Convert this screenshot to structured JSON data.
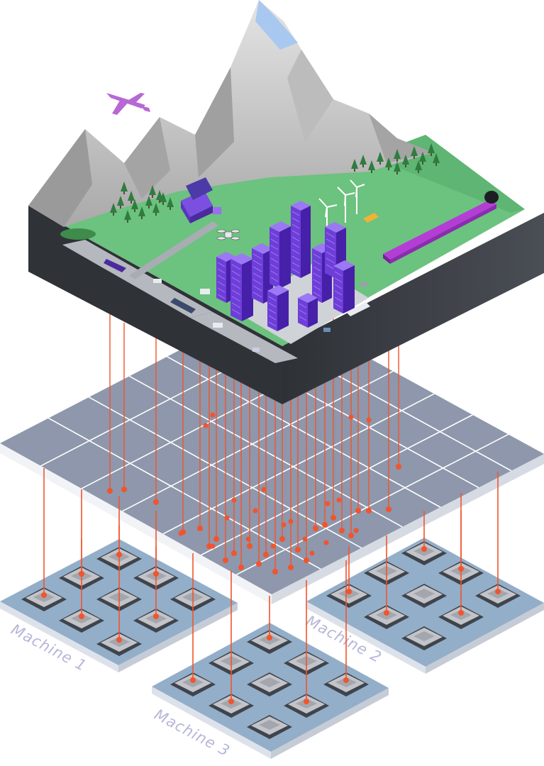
{
  "machines": [
    {
      "label": "Machine 1"
    },
    {
      "label": "Machine 2"
    },
    {
      "label": "Machine 3"
    }
  ],
  "colors": {
    "sky_bg": "#ffffff",
    "grid_top": "#8e97ab",
    "grid_edge": "#c8cdd6",
    "board_top": "#93aec8",
    "board_edge": "#d5dbe5",
    "chip": "#c2c4c9",
    "chip_dark": "#3b3f46",
    "connector": "#f2542d",
    "grass": "#6cc27f",
    "mountain": "#bdbdbd",
    "mountain_shadow": "#8f8f8f",
    "terrain_side": "#3a3d42",
    "road": "#b5b9bf",
    "city_purple": "#6e3ed9",
    "train": "#b43dd6",
    "airplane": "#b768d4"
  },
  "icons": [
    "airplane-icon",
    "drone-icon",
    "wind-turbine-icon",
    "train-icon",
    "truck-icon",
    "house-icon",
    "bus-icon",
    "car-icon",
    "chip-icon"
  ]
}
